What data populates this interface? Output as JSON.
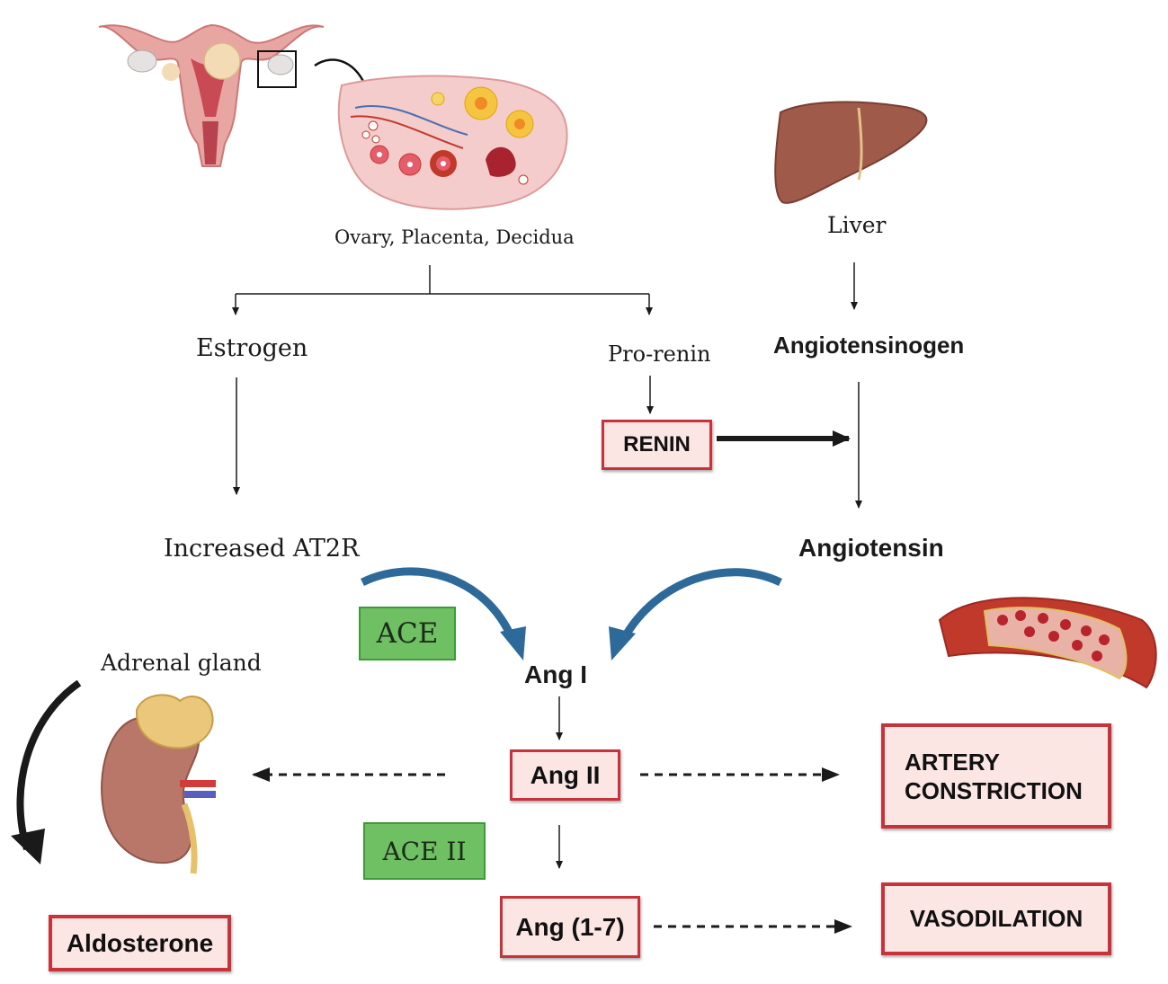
{
  "labels": {
    "ovary_placenta_decidua": "Ovary, Placenta, Decidua",
    "liver": "Liver",
    "estrogen": "Estrogen",
    "pro_renin": "Pro-renin",
    "angiotensinogen": "Angiotensinogen",
    "increased_at2r": "Increased AT2R",
    "angiotensin": "Angiotensin",
    "adrenal_gland": "Adrenal gland",
    "ang_i": "Ang I"
  },
  "boxes": {
    "renin": "RENIN",
    "ace": "ACE",
    "ace_ii": "ACE II",
    "ang_ii": "Ang II",
    "ang_1_7": "Ang (1-7)",
    "artery_constriction": "ARTERY\nCONSTRICTION",
    "vasodilation": "VASODILATION",
    "aldosterone": "Aldosterone"
  },
  "colors": {
    "red_border": "#c8323a",
    "red_fill": "#fbe6e4",
    "green_fill": "#6fbf63",
    "blue_arrow": "#2d6a9a",
    "arrow": "#1a1a1a"
  },
  "icons": [
    "uterus-icon",
    "ovary-icon",
    "liver-icon",
    "blood-vessel-icon",
    "kidney-adrenal-icon"
  ]
}
